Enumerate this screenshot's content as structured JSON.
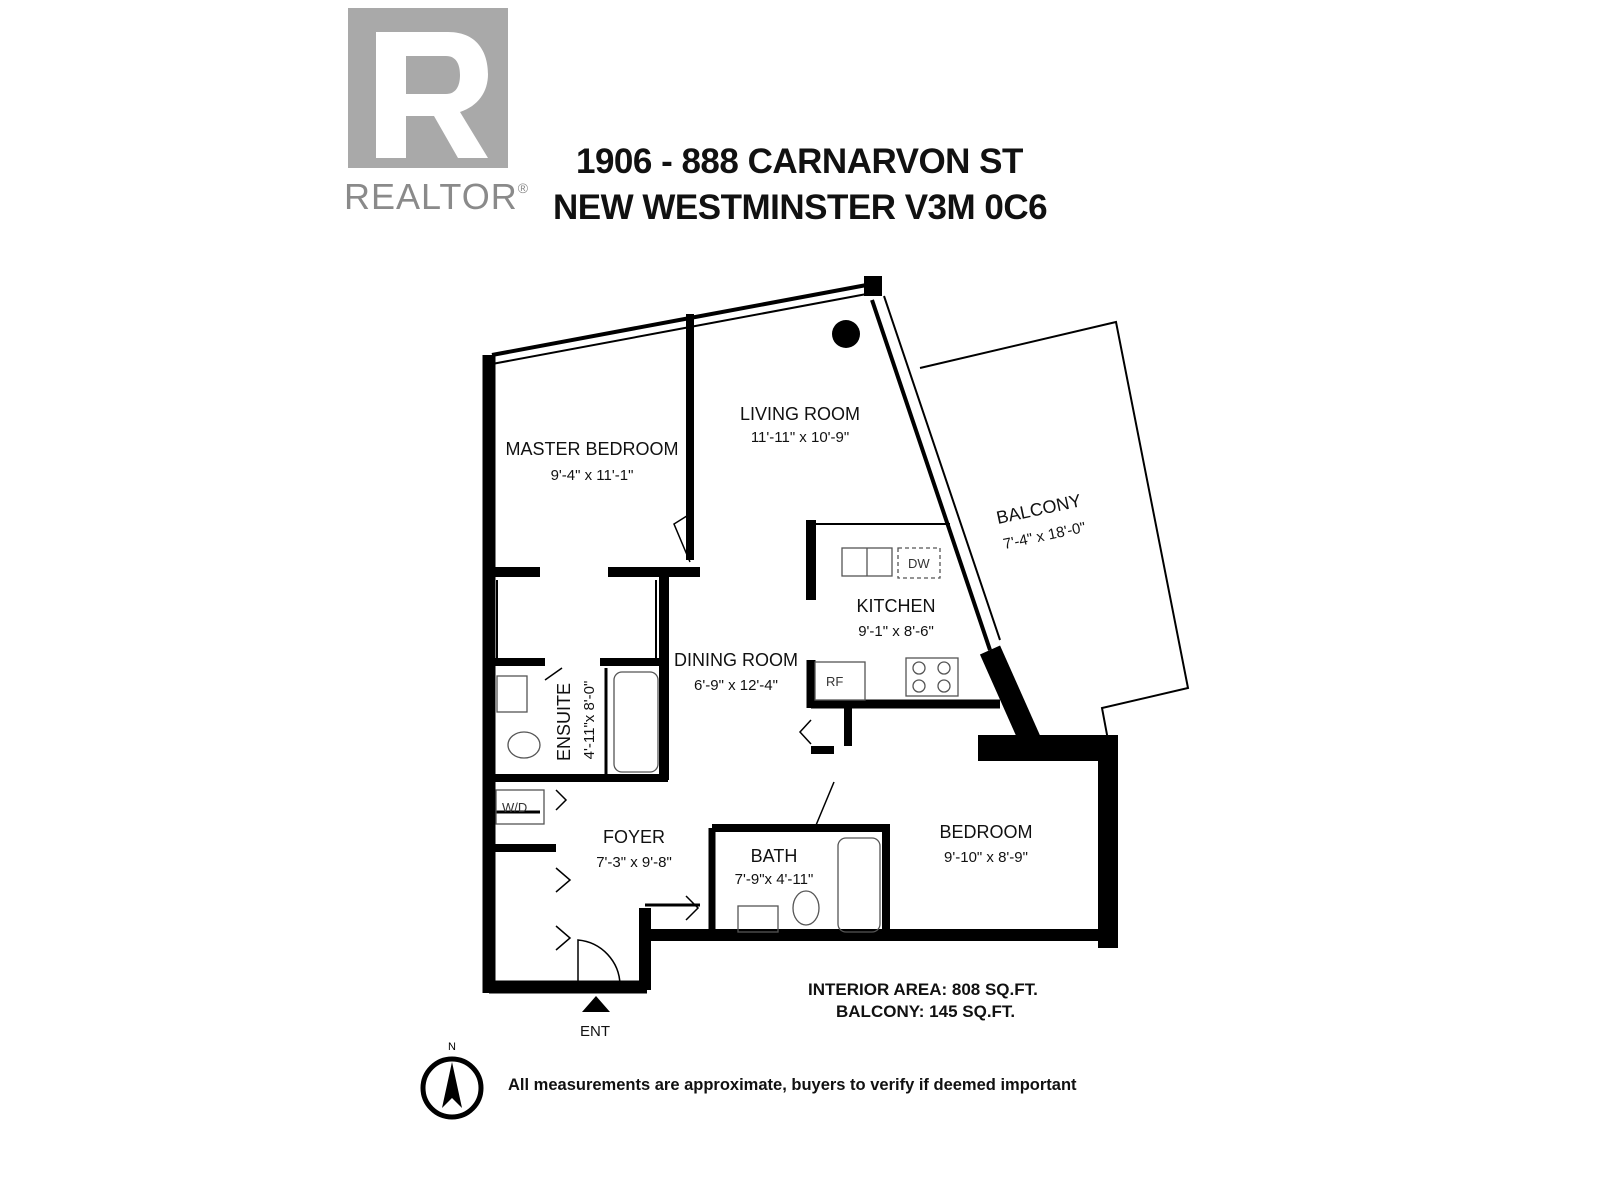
{
  "logo": {
    "brand_text": "REALTOR",
    "registered_mark": "®"
  },
  "header": {
    "address_line1": "1906 - 888 CARNARVON ST",
    "address_line2": "NEW WESTMINSTER V3M 0C6"
  },
  "rooms": {
    "living_room": {
      "name": "LIVING ROOM",
      "dimensions": "11'-11\"  x  10'-9\""
    },
    "master_bedroom": {
      "name": "MASTER BEDROOM",
      "dimensions": "9'-4\"  x  11'-1\""
    },
    "balcony": {
      "name": "BALCONY",
      "dimensions": "7'-4\"  x  18'-0\""
    },
    "kitchen": {
      "name": "KITCHEN",
      "dimensions": "9'-1\"  x  8'-6\""
    },
    "dining_room": {
      "name": "DINING ROOM",
      "dimensions": "6'-9\"  x  12'-4\""
    },
    "ensuite": {
      "name": "ENSUITE",
      "dimensions": "4'-11\"x 8'-0\""
    },
    "foyer": {
      "name": "FOYER",
      "dimensions": "7'-3\"  x  9'-8\""
    },
    "bath": {
      "name": "BATH",
      "dimensions": "7'-9\"x 4'-11\""
    },
    "bedroom": {
      "name": "BEDROOM",
      "dimensions": "9'-10\"  x  8'-9\""
    }
  },
  "fixtures": {
    "dishwasher": "DW",
    "refrigerator": "RF",
    "washer_dryer": "W/D"
  },
  "areas": {
    "interior": "INTERIOR AREA: 808 SQ.FT.",
    "balcony": "BALCONY: 145 SQ.FT."
  },
  "entrance_label": "ENT",
  "compass_label": "N",
  "disclaimer": "All measurements are approximate, buyers to verify if deemed important"
}
